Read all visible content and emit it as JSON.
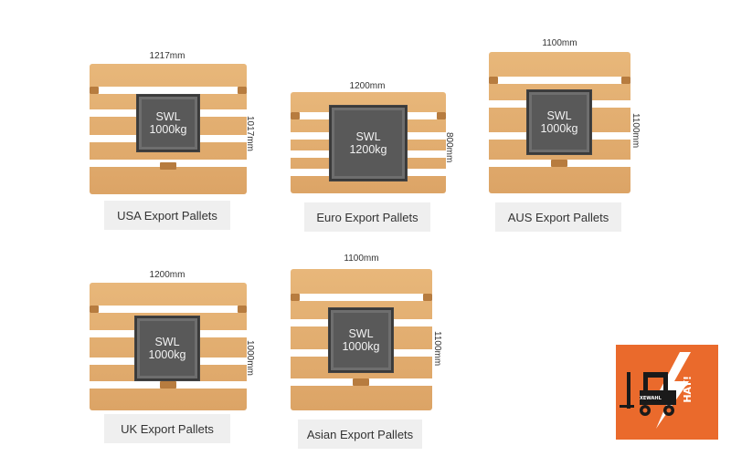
{
  "pallets": [
    {
      "id": "usa",
      "width_label": "1217mm",
      "height_label": "1017mm",
      "load_line1": "SWL",
      "load_line2": "1000kg",
      "caption": "USA Export Pallets"
    },
    {
      "id": "euro",
      "width_label": "1200mm",
      "height_label": "800mm",
      "load_line1": "SWL",
      "load_line2": "1200kg",
      "caption": "Euro Export Pallets"
    },
    {
      "id": "aus",
      "width_label": "1100mm",
      "height_label": "1100mm",
      "load_line1": "SWL",
      "load_line2": "1000kg",
      "caption": "AUS Export Pallets"
    },
    {
      "id": "uk",
      "width_label": "1200mm",
      "height_label": "1000mm",
      "load_line1": "SWL",
      "load_line2": "1000kg",
      "caption": "UK Export Pallets"
    },
    {
      "id": "asian",
      "width_label": "1100mm",
      "height_label": "1100mm",
      "load_line1": "SWL",
      "load_line2": "1000kg",
      "caption": "Asian Export Pallets"
    }
  ],
  "logo": {
    "brand_text": "XEWAHL",
    "slogan": "HAY!",
    "icon": "forklift-icon",
    "color": "#ea6a2c"
  }
}
